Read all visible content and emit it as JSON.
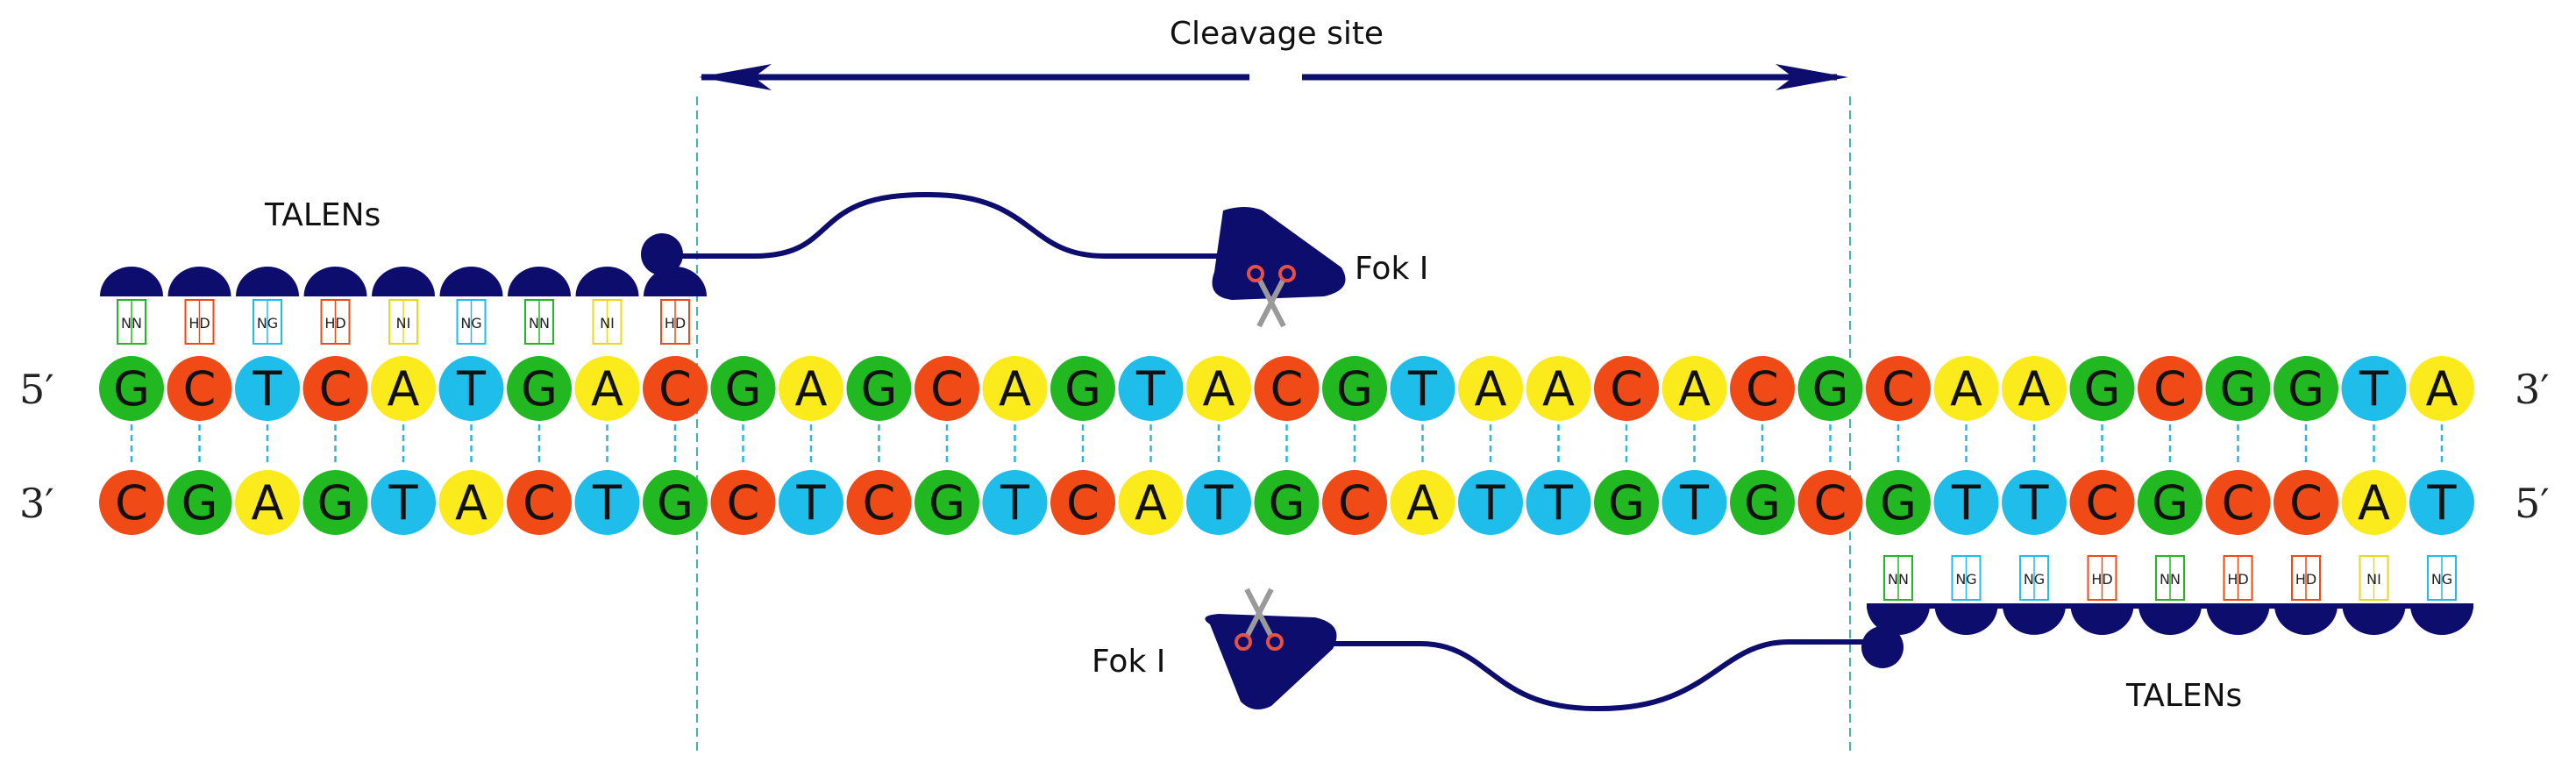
{
  "cleavage_label": "Cleavage site",
  "talen_left_label": "TALENs",
  "talen_right_label": "TALENs",
  "fok_left_label": "Fok I",
  "fok_right_label": "Fok I",
  "top_strand": {
    "start_label": "5′",
    "end_label": "3′",
    "sequence": [
      "G",
      "C",
      "T",
      "C",
      "A",
      "T",
      "G",
      "A",
      "C",
      "G",
      "A",
      "G",
      "C",
      "A",
      "G",
      "T",
      "A",
      "C",
      "G",
      "T",
      "A",
      "A",
      "C",
      "A",
      "C",
      "G",
      "C",
      "A",
      "A",
      "G",
      "C",
      "G",
      "G",
      "T",
      "A"
    ]
  },
  "bottom_strand": {
    "start_label": "3′",
    "end_label": "5′",
    "sequence": [
      "C",
      "G",
      "A",
      "G",
      "T",
      "A",
      "C",
      "T",
      "G",
      "C",
      "T",
      "C",
      "G",
      "T",
      "C",
      "A",
      "T",
      "G",
      "C",
      "A",
      "T",
      "T",
      "G",
      "T",
      "G",
      "C",
      "G",
      "T",
      "T",
      "C",
      "G",
      "C",
      "C",
      "A",
      "T"
    ]
  },
  "left_rvds": [
    "NN",
    "HD",
    "NG",
    "HD",
    "NI",
    "NG",
    "NN",
    "NI",
    "HD"
  ],
  "right_rvds": [
    "NN",
    "NG",
    "NG",
    "HD",
    "NN",
    "HD",
    "HD",
    "NI",
    "NG"
  ],
  "colors": {
    "G": "#22b822",
    "C": "#f04a17",
    "T": "#1fbde9",
    "A": "#fbea1c",
    "protein": "#0d0d6e",
    "base_pair_line": "#2bb6e0",
    "boundary_line": "#3fb6a8",
    "rvd_NN": "#22b822",
    "rvd_HD": "#f04a17",
    "rvd_NG": "#1fbde9",
    "rvd_NI": "#e8d81c",
    "scissors_blade": "#9a9a9a",
    "scissors_handle": "#e85040"
  }
}
